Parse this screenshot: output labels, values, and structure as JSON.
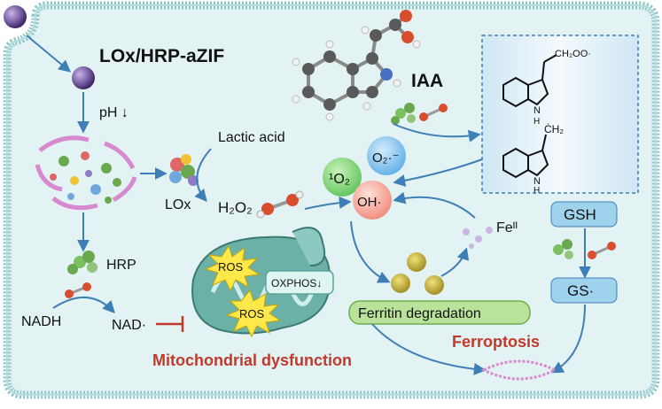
{
  "title": "LOx/HRP-aZIF",
  "labels": {
    "ph": "pH ↓",
    "lactic_acid": "Lactic acid",
    "lox": "LOx",
    "h2o2": "H₂O₂",
    "hrp": "HRP",
    "nadh": "NADH",
    "nad": "NAD·",
    "ros_1": "ROS",
    "ros_2": "ROS",
    "oxphos": "OXPHOS↓",
    "mito_dysfunction": "Mitochondrial dysfunction",
    "iaa": "IAA",
    "radical_1": "CH₂OO·",
    "radical_2": "ĊH₂",
    "nh_1": "N",
    "h_1": "H",
    "nh_2": "N",
    "h_2": "H",
    "singlet_o2": "¹O₂",
    "superoxide": "O₂·⁻",
    "hydroxyl": "OH·",
    "fe": "Feᴵᴵ",
    "ferritin": "Ferritin degradation",
    "ferroptosis": "Ferroptosis",
    "gsh": "GSH",
    "gs_radical": "GS·"
  },
  "colors": {
    "cell_fill": "#e3f3f3",
    "membrane": "#8fc7c9",
    "mito_fill": "#6cb1a8",
    "accent_red": "#c0392b",
    "arrow": "#3f7fb8",
    "ros_fill": "#ffe94a",
    "ferritin_fill": "#b9e29b",
    "gsh_fill": "#9fd2ec",
    "iaa_panel": "#d6ecf7"
  }
}
